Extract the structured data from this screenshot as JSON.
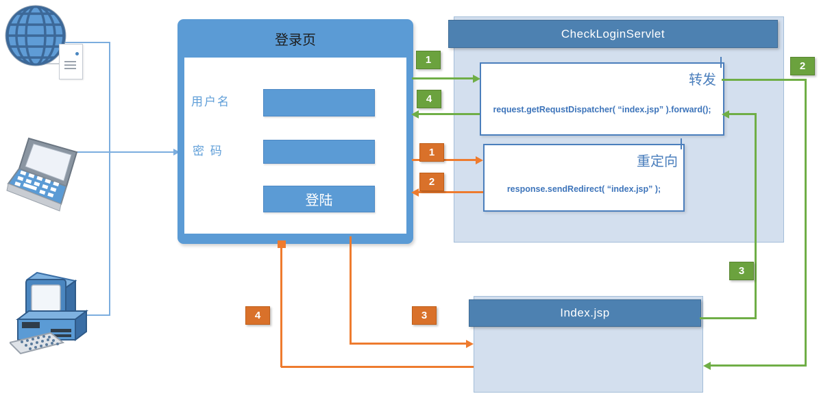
{
  "colors": {
    "accent_blue": "#5b9bd5",
    "header_blue": "#4d81b1",
    "panel_fill": "#d3dfee",
    "box_border_blue": "#4a7ebc",
    "code_text_blue": "#3d74ba",
    "flow_green": "#6fae46",
    "flow_orange": "#ee7b2e",
    "connector_blue": "#7badde"
  },
  "icons": {
    "globe": "globe-icon",
    "server_page": "server-page-icon",
    "laptop": "laptop-icon",
    "desktop_computer": "desktop-computer-icon"
  },
  "login_page": {
    "title": "登录页",
    "username_label": "用户名",
    "password_label": "密 码",
    "login_button": "登陆"
  },
  "servlet": {
    "title": "CheckLoginServlet",
    "forward": {
      "label": "转发",
      "code": "request.getRequstDispatcher( “index.jsp” ).forward();"
    },
    "redirect": {
      "label": "重定向",
      "code": "response.sendRedirect( “index.jsp” );"
    }
  },
  "index_page": {
    "title": "Index.jsp"
  },
  "flow_badges": [
    {
      "id": "forward-step-1",
      "value": "1",
      "color": "green"
    },
    {
      "id": "forward-step-2",
      "value": "2",
      "color": "green"
    },
    {
      "id": "forward-step-3",
      "value": "3",
      "color": "green"
    },
    {
      "id": "forward-step-4",
      "value": "4",
      "color": "green"
    },
    {
      "id": "redirect-step-1",
      "value": "1",
      "color": "orange"
    },
    {
      "id": "redirect-step-2",
      "value": "2",
      "color": "orange"
    },
    {
      "id": "redirect-step-3",
      "value": "3",
      "color": "orange"
    },
    {
      "id": "redirect-step-4",
      "value": "4",
      "color": "orange"
    }
  ]
}
